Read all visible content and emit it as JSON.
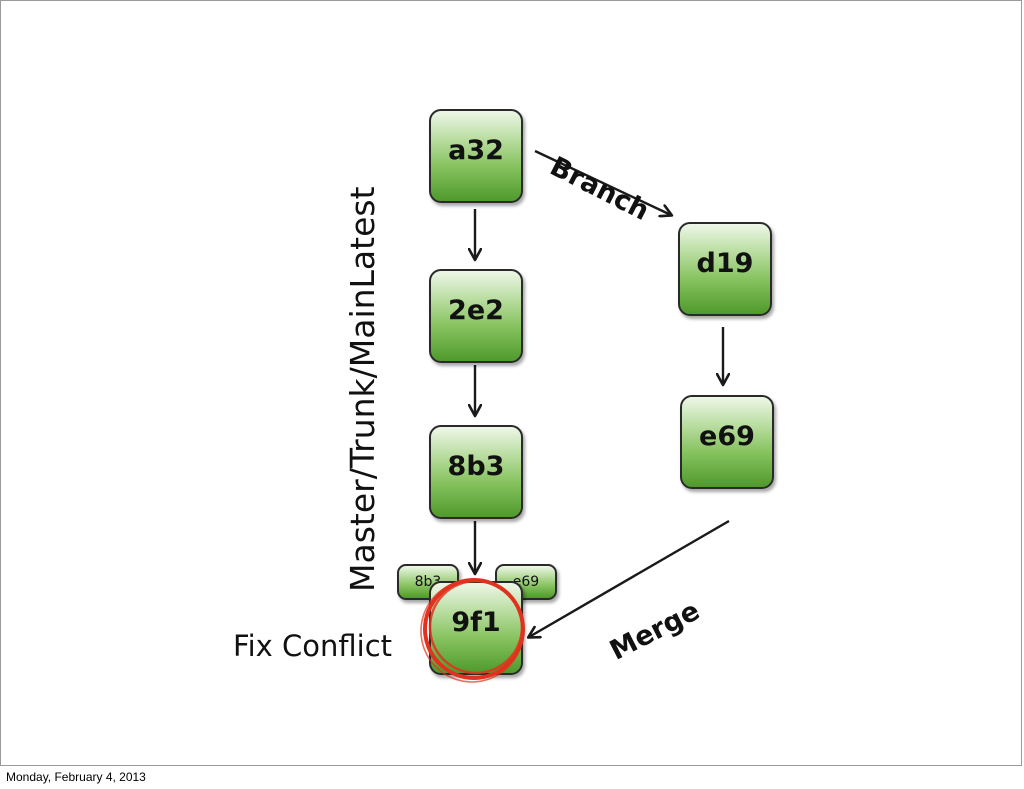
{
  "commits": {
    "a32": "a32",
    "c2e2": "2e2",
    "c8b3": "8b3",
    "d19": "d19",
    "e69": "e69",
    "c9f1": "9f1"
  },
  "parents": {
    "left": "8b3",
    "right": "e69"
  },
  "labels": {
    "branch": "Branch",
    "merge": "Merge",
    "fix_conflict": "Fix Conflict",
    "master": "Master/Trunk/MainLatest"
  },
  "footer": {
    "date": "Monday, February 4, 2013"
  },
  "colors": {
    "node_green": "#5fa834",
    "highlight_red": "#e0321e",
    "arrow": "#1a1a1a"
  }
}
